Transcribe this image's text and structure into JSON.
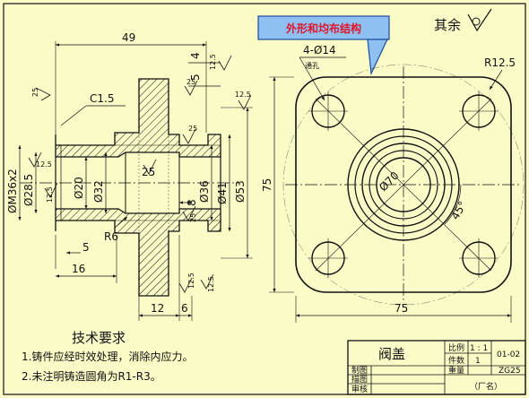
{
  "callout": {
    "text": "外形和均布结构"
  },
  "roughness_note": {
    "text": "其余"
  },
  "left_view": {
    "dims": {
      "d49": "49",
      "d4": "4",
      "d5": "5",
      "d16": "16",
      "d12": "12",
      "d6": "6",
      "c15": "C1.5",
      "r6": "R6",
      "dm36": "ØM36x2",
      "d285": "Ø28.5",
      "d20": "Ø20",
      "d32": "Ø32",
      "d36": "Ø36",
      "d41": "Ø41",
      "d53": "Ø53",
      "d8": "8"
    },
    "roughness": [
      "25",
      "12.5",
      "25",
      "12.5",
      "12.5",
      "25",
      "25",
      "12.5",
      "25",
      "12.5",
      "12.5"
    ]
  },
  "right_view": {
    "dims": {
      "holes": "4-Ø14",
      "through": "通孔",
      "r125": "R12.5",
      "d75w": "75",
      "d75h": "75",
      "d70": "Ø70",
      "a45": "45°"
    }
  },
  "tech_req": {
    "title": "技术要求",
    "items": [
      "1.铸件应经时效处理，消除内应力。",
      "2.未注明铸造圆角为R1-R3。"
    ]
  },
  "title_block": {
    "part_name": "阀盖",
    "scale_label": "比例",
    "scale_value": "1 : 1",
    "qty_label": "件数",
    "qty_value": "1",
    "weight_label": "重量",
    "material": "ZG25",
    "drawing_no": "01-02",
    "row1": "制图",
    "row2": "描图",
    "row3": "审核",
    "factory": "（厂名）"
  },
  "colors": {
    "background": "#fbfbc8",
    "line": "#111111",
    "callout_fill": "#8ec0f2",
    "callout_text": "#e0142b"
  }
}
